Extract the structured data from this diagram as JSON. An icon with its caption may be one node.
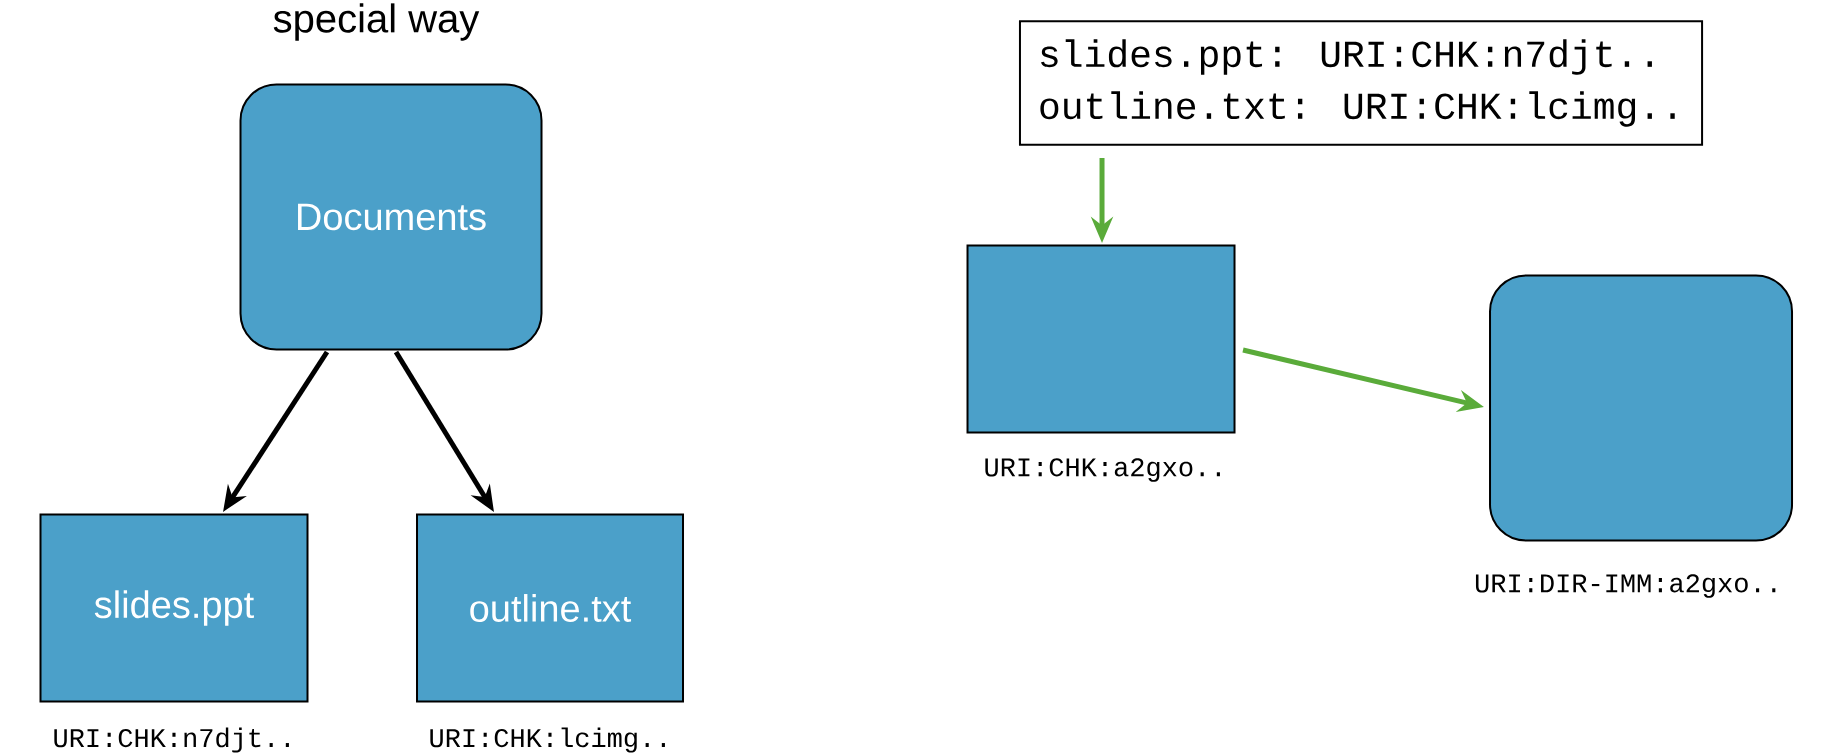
{
  "diagram": {
    "nodes": [
      {
        "text": [
          "Documents"
        ]
      },
      {
        "text": [
          "slides.ppt"
        ],
        "beside": [
          "URI:CHK:n7djt.."
        ]
      },
      {
        "text": [
          "outline.txt"
        ],
        "beside": [
          "URI:CHK:lcimg.."
        ]
      },
      {
        "text": [
          "slides.ppt: URI:CHK:n7djt..",
          "outline.txt: URI:CHK:lcimg.."
        ]
      },
      {
        "text": [],
        "shape": "box",
        "beside": [
          "URI:CHK:a2gxo.."
        ]
      },
      {
        "text": [],
        "shape": "box",
        "beside": [
          "URI:DIR-IMM:a2gxo.."
        ]
      }
    ],
    "edges": [
      {
        "from": 0,
        "to": 1,
        "arrow": "to"
      },
      {
        "from": 0,
        "to": 2,
        "arrow": "to"
      },
      {
        "from": 3,
        "to": 4,
        "arrow": "to",
        "color": "#5aab3a"
      },
      {
        "from": 4,
        "to": 5,
        "arrow": "to",
        "color": "#5aab3a"
      }
    ],
    "labels": [
      "special way"
    ]
  }
}
